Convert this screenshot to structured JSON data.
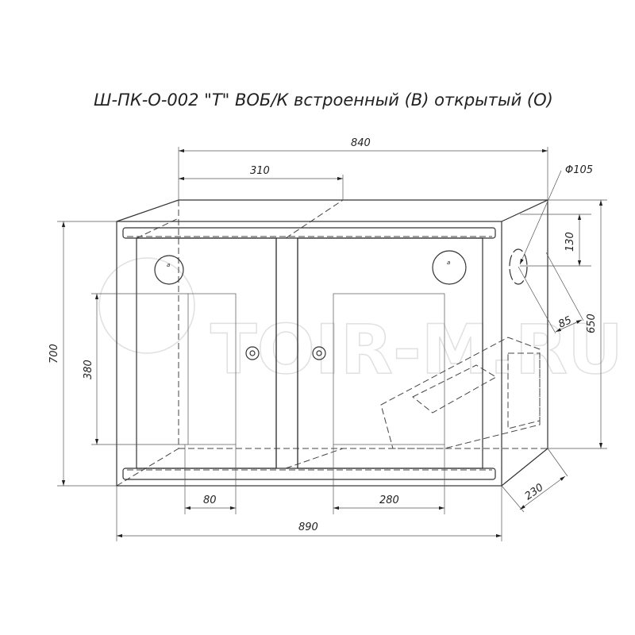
{
  "title": "Ш-ПК-О-002 \"Т\" ВОБ/К встроенный (В) открытый (О)",
  "watermark": "TOIR-M.RU",
  "dimensions": {
    "overall_back_width": "840",
    "door_offset": "310",
    "hole_diameter": "Φ105",
    "hole_from_top": "130",
    "hole_from_front": "85",
    "back_height": "650",
    "height": "700",
    "window_height": "380",
    "left_window_offset": "80",
    "right_window_width": "280",
    "overall_width": "890",
    "depth": "230"
  },
  "door_badge_label": "a"
}
